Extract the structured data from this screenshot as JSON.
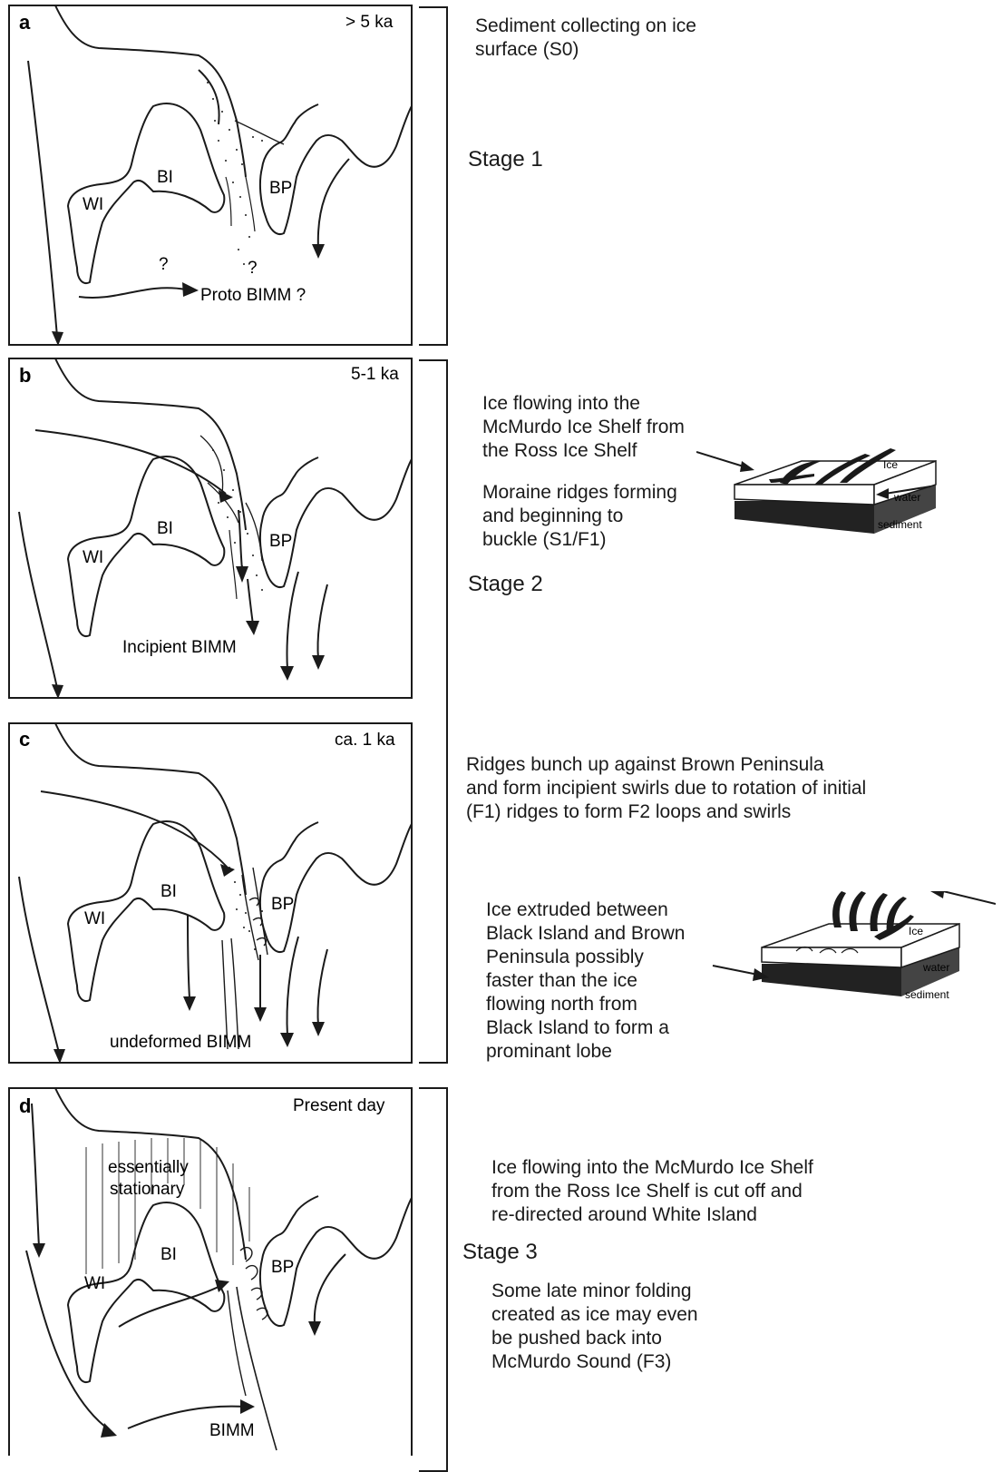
{
  "panels": [
    {
      "letter": "a",
      "time": "> 5 ka",
      "labels": {
        "wi": "WI",
        "bi": "BI",
        "bp": "BP"
      },
      "extra": [
        "?",
        "?"
      ],
      "caption": "Proto BIMM ?"
    },
    {
      "letter": "b",
      "time": "5-1 ka",
      "labels": {
        "wi": "WI",
        "bi": "BI",
        "bp": "BP"
      },
      "caption": "Incipient BIMM"
    },
    {
      "letter": "c",
      "time": "ca. 1 ka",
      "labels": {
        "wi": "WI",
        "bi": "BI",
        "bp": "BP"
      },
      "caption": "undeformed BIMM"
    },
    {
      "letter": "d",
      "time": "Present day",
      "labels": {
        "wi": "WI",
        "bi": "BI",
        "bp": "BP"
      },
      "extra": [
        "essentially\nstationary"
      ],
      "caption": "BIMM"
    }
  ],
  "stages": [
    "Stage 1",
    "Stage 2",
    "Stage 3"
  ],
  "texts": {
    "a_note": "Sediment collecting on ice\nsurface (S0)",
    "b_note1": "Ice flowing into the\nMcMurdo Ice Shelf from\nthe Ross Ice Shelf",
    "b_note2": "Moraine ridges forming\nand beginning to\nbuckle (S1/F1)",
    "c_note1": "Ridges bunch up against Brown Peninsula\nand form incipient swirls due to rotation of initial\n(F1) ridges  to form F2 loops and swirls",
    "c_note2": "Ice extruded between\nBlack Island and Brown\nPeninsula possibly\nfaster than the ice\nflowing north from\nBlack Island to form a\nprominant lobe",
    "d_note1": "Ice flowing into the McMurdo Ice Shelf\nfrom the Ross Ice Shelf is cut off and\nre-directed around White Island",
    "d_note2": "Some late minor folding\ncreated as ice may even\nbe pushed back into\nMcMurdo Sound (F3)"
  },
  "blocks": [
    {
      "ice": "Ice",
      "water": "water",
      "sediment": "sediment"
    },
    {
      "ice": "Ice",
      "water": "water",
      "sediment": "sediment"
    }
  ]
}
